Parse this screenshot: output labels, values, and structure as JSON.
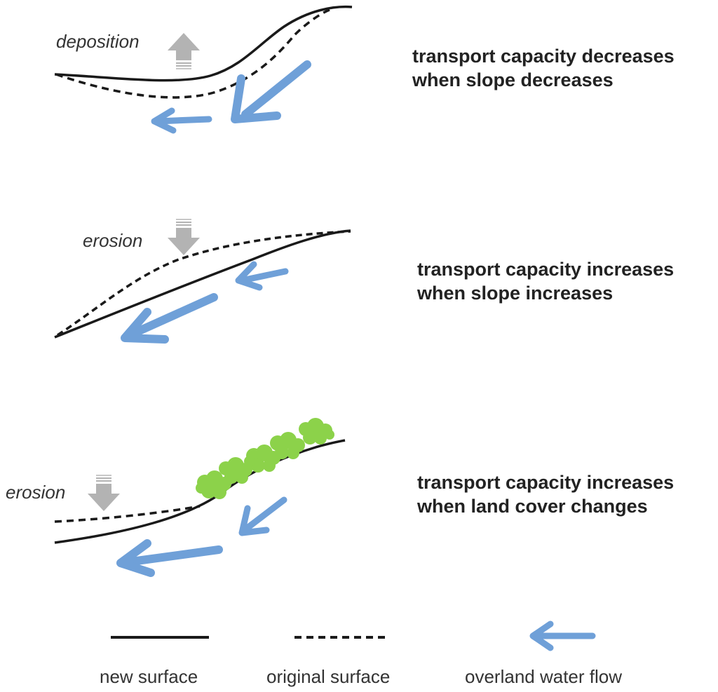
{
  "panels": [
    {
      "process_label": "deposition",
      "caption_line1": "transport capacity decreases",
      "caption_line2": "when slope decreases"
    },
    {
      "process_label": "erosion",
      "caption_line1": "transport capacity increases",
      "caption_line2": "when slope increases"
    },
    {
      "process_label": "erosion",
      "caption_line1": "transport capacity increases",
      "caption_line2": "when land cover changes"
    }
  ],
  "legend": {
    "new_surface": "new surface",
    "original_surface": "original surface",
    "overland_water_flow": "overland water flow"
  },
  "colors": {
    "surface_line": "#1a1a1a",
    "flow_arrow": "#6fa0d8",
    "process_arrow": "#b3b3b3",
    "vegetation": "#8cd24a"
  },
  "icons": {
    "flow": "left-arrow",
    "deposition": "up-arrow",
    "erosion": "down-arrow",
    "vegetation": "shrub-clusters"
  }
}
